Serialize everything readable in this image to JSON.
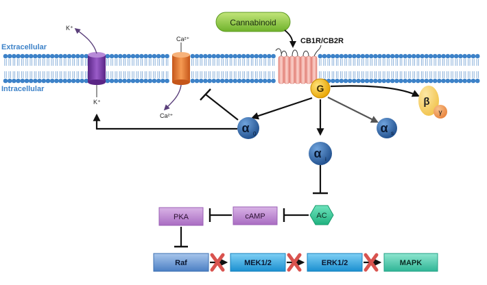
{
  "labels": {
    "ligand": "Cannabinoid",
    "receptor": "CB1R/CB2R",
    "extracellular": "Extracellular",
    "intracellular": "Intracellular",
    "k_top": "K⁺",
    "k_bottom": "K⁺",
    "ca_top": "Ca²⁺",
    "ca_bottom": "Ca²⁺",
    "g_protein": "G",
    "alpha": "α",
    "alpha_o_sub": "0",
    "alpha_s_sub": "s",
    "alpha_i_sub": "i",
    "beta": "β",
    "gamma": "γ",
    "ac": "AC",
    "camp": "cAMP",
    "pka": "PKA",
    "raf": "Raf",
    "mek": "MEK1/2",
    "erk": "ERK1/2",
    "mapk": "MAPK"
  },
  "colors": {
    "membrane_head": "#3d82c8",
    "membrane_tail": "#7da7d6",
    "k_channel": "#7a3ca8",
    "ca_channel": "#e8772e",
    "receptor": "#f2a9a0",
    "ligand": "#8cc63f",
    "g_protein": "#f4b300",
    "alpha_subunit": "#2e5f9e",
    "beta_subunit": "#f6cf6b",
    "gamma_subunit": "#f0a15e",
    "ac": "#2ec79a",
    "camp_pka": "#b07ac8",
    "raf": "#5c8fd0",
    "mek_erk": "#1fa0e0",
    "mapk": "#3dc6a8",
    "block_x": "#d9534f"
  }
}
